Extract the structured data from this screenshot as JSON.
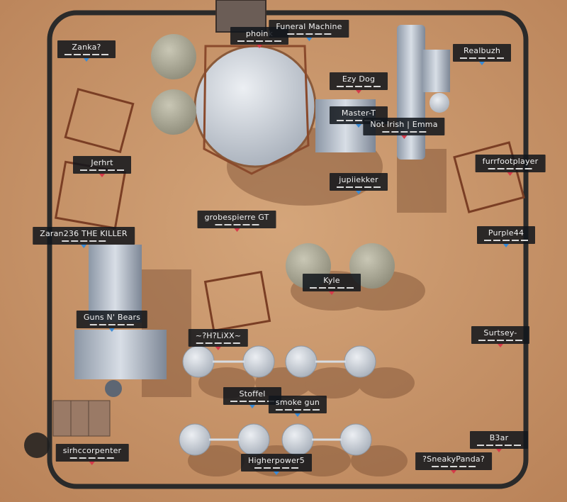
{
  "players": [
    {
      "name": "phoink",
      "team": "red"
    },
    {
      "name": "Funeral Machine",
      "team": "blue"
    },
    {
      "name": "Zanka?",
      "team": "blue"
    },
    {
      "name": "Realbuzh",
      "team": "blue"
    },
    {
      "name": "Ezy Dog",
      "team": "red"
    },
    {
      "name": "Master-T",
      "team": "blue"
    },
    {
      "name": "Not Irish | Emma",
      "team": "red"
    },
    {
      "name": "Jerhrt",
      "team": "red"
    },
    {
      "name": "furrfootplayer",
      "team": "red"
    },
    {
      "name": "jupiiekker",
      "team": "blue"
    },
    {
      "name": "grobespierre GT",
      "team": "red"
    },
    {
      "name": "Zaran236 THE KILLER",
      "team": "blue"
    },
    {
      "name": "Purple44",
      "team": "blue"
    },
    {
      "name": "Kyle",
      "team": "red"
    },
    {
      "name": "Guns N' Bears",
      "team": "blue"
    },
    {
      "name": "~?H?LiXX~",
      "team": "red"
    },
    {
      "name": "Surtsey-",
      "team": "red"
    },
    {
      "name": "Stoffel",
      "team": "blue"
    },
    {
      "name": "smoke gun",
      "team": "blue"
    },
    {
      "name": "B3ar",
      "team": "red"
    },
    {
      "name": "sirhccorpenter",
      "team": "red"
    },
    {
      "name": "Higherpower5",
      "team": "blue"
    },
    {
      "name": "?SneakyPanda?",
      "team": "red"
    }
  ]
}
